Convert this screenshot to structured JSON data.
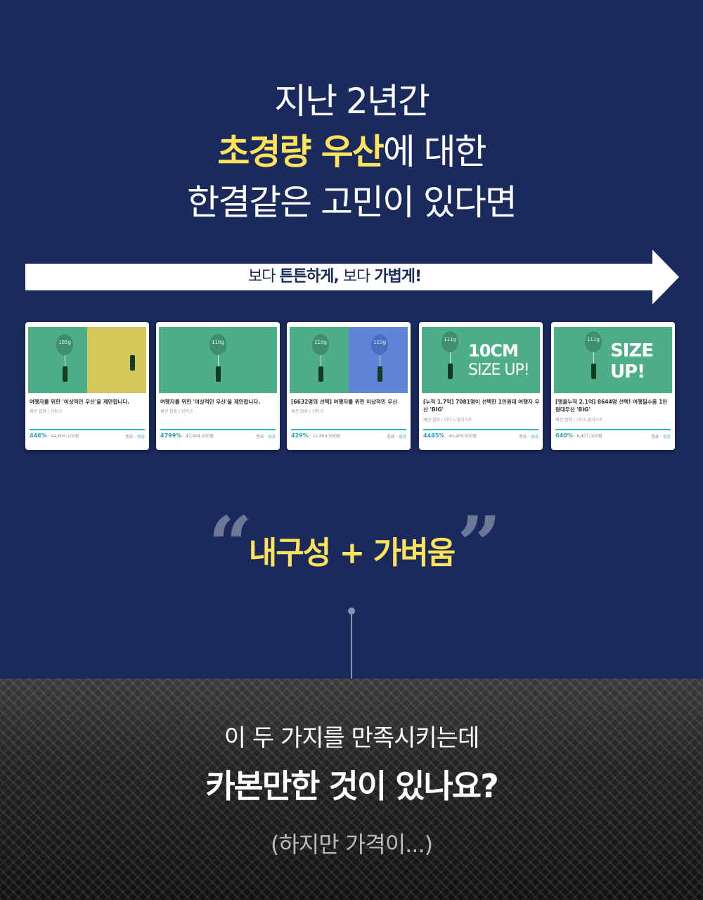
{
  "headline": {
    "line1": "지난 2년간",
    "line2_highlight": "초경량 우산",
    "line2_rest": "에 대한",
    "line3": "한결같은 고민이 있다면"
  },
  "arrow_banner": {
    "part1": "보다 ",
    "bold1": "튼튼하게,",
    "part2": " 보다 ",
    "bold2": "가볍게!"
  },
  "cards": [
    {
      "title": "여행자를 위한 '이상적인 우산'을 제안합니다.",
      "category": "패션·잡화 | 선티크",
      "percent": "446%",
      "funding": " · 44,604,100원",
      "status_label": "종료 · ",
      "status_value": "성공",
      "balloon_label": "105g"
    },
    {
      "title": "여행자를 위한 '이상적인 우산'을 제안합니다.",
      "category": "패션·잡화 | 선티크",
      "percent": "4799%",
      "funding": " · 47,994,000원",
      "status_label": "종료 · ",
      "status_value": "성공",
      "balloon_label": "110g"
    },
    {
      "title": "[6632명의 선택] 여행자를 위한 이상적인 우산",
      "category": "패션·잡화 | 선티크",
      "percent": "429%",
      "funding": " · 12,894,500원",
      "status_label": "종료 · ",
      "status_value": "성공",
      "balloon_label": "110g",
      "balloon_label_2": "110g"
    },
    {
      "title": "[누적 1.7억] 7081명이 선택한 1만원대 여행자 우산 'BIG'",
      "category": "패션·잡화 | (주) 노멀리스트",
      "percent": "4445%",
      "funding": " · 44,455,000원",
      "status_label": "종료 · ",
      "status_value": "성공",
      "balloon_label": "111g",
      "big_text_1": "10CM",
      "big_text_2": "SIZE UP!"
    },
    {
      "title": "[앵콜누적 2.1억] 8644명 선택! 여행필수품 1만원대우산 'BIG'",
      "category": "패션·잡화 | (주)노멀리스트",
      "percent": "640%",
      "funding": " · 6,407,000원",
      "status_label": "종료 · ",
      "status_value": "성공",
      "balloon_label": "111g",
      "big_text_1": "SIZE",
      "big_text_2": "UP!"
    }
  ],
  "quote": {
    "open": "“",
    "text": "내구성 + 가벼움",
    "close": "”"
  },
  "bottom": {
    "line1": "이 두 가지를 만족시키는데",
    "line2": "카본만한 것이 있나요?",
    "line3": "(하지만 가격이...)"
  },
  "colors": {
    "navy_bg": "#1a2a5c",
    "highlight_yellow": "#ffe35a",
    "card_accent": "#29b4c8",
    "thumb_green": "#4fae8a"
  }
}
